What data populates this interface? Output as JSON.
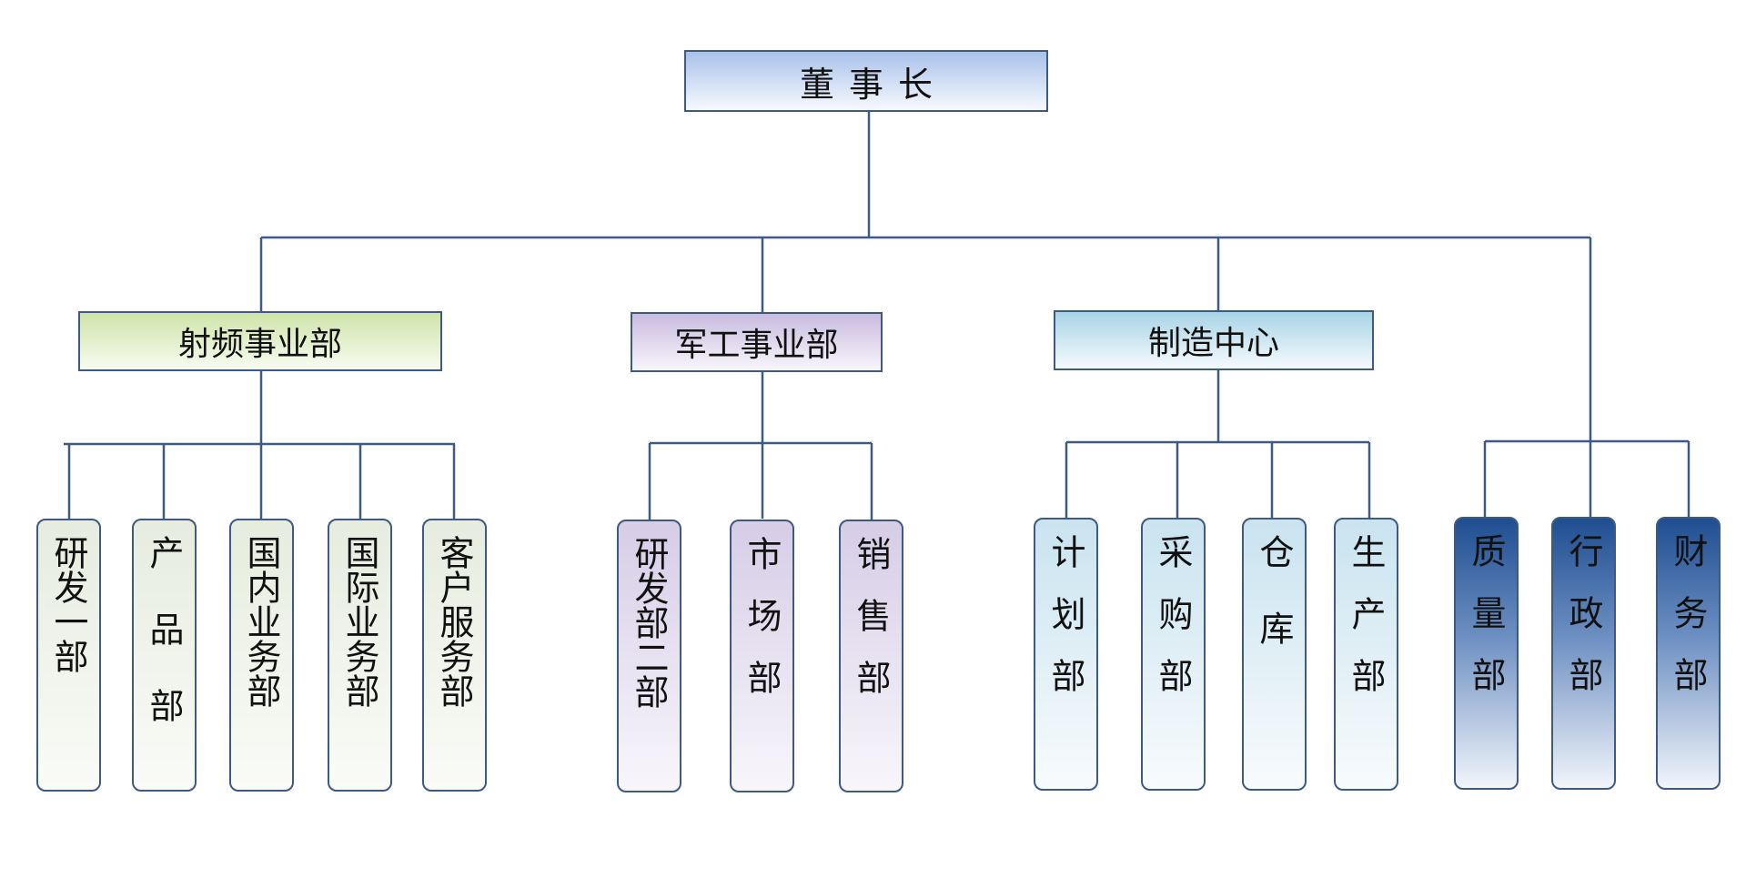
{
  "top": {
    "label": "董事长"
  },
  "level1": [
    {
      "label": "射频事业部"
    },
    {
      "label": "军工事业部"
    },
    {
      "label": "制造中心"
    }
  ],
  "departments": [
    {
      "label": "研发一部"
    },
    {
      "label": "产品部"
    },
    {
      "label": "国内业务部"
    },
    {
      "label": "国际业务部"
    },
    {
      "label": "客户服务部"
    },
    {
      "label": "研发部二部"
    },
    {
      "label": "市场部"
    },
    {
      "label": "销售部"
    },
    {
      "label": "计划部"
    },
    {
      "label": "采购部"
    },
    {
      "label": "仓库"
    },
    {
      "label": "生产部"
    },
    {
      "label": "质量部"
    },
    {
      "label": "行政部"
    },
    {
      "label": "财务部"
    }
  ],
  "colors": {
    "line": "#3c5a82"
  }
}
